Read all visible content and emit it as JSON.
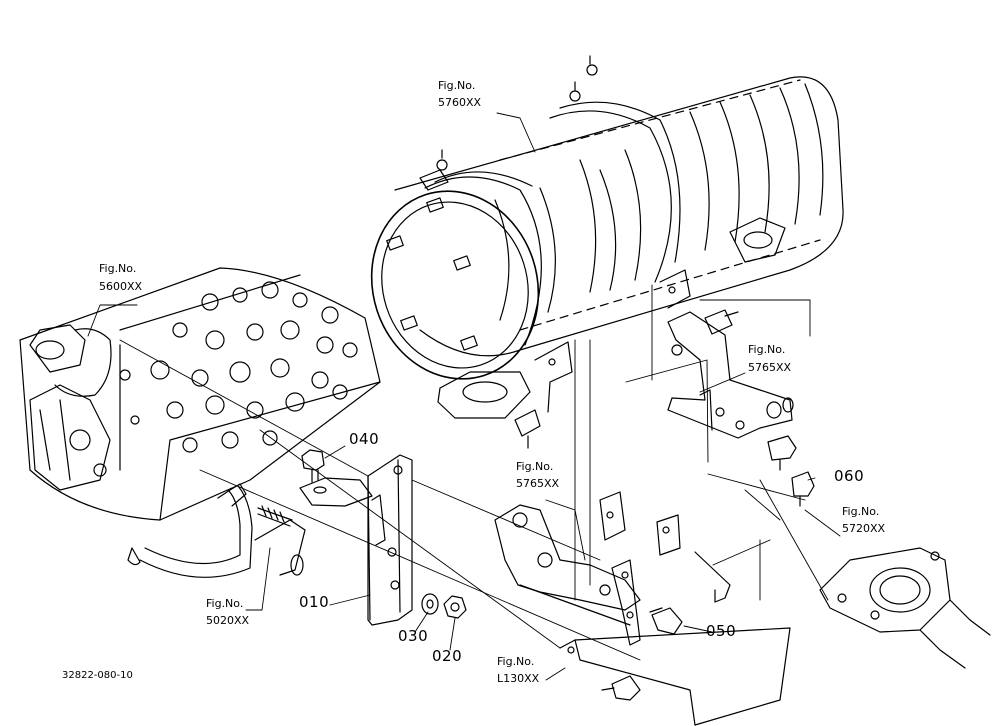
{
  "figure_refs": [
    {
      "label": "Fig.No.",
      "code": "5760XX"
    },
    {
      "label": "Fig.No.",
      "code": "5600XX"
    },
    {
      "label": "Fig.No.",
      "code": "5765XX"
    },
    {
      "label": "Fig.No.",
      "code": "5765XX"
    },
    {
      "label": "Fig.No.",
      "code": "5720XX"
    },
    {
      "label": "Fig.No.",
      "code": "5020XX"
    },
    {
      "label": "Fig.No.",
      "code": "L130XX"
    }
  ],
  "part_numbers": [
    "010",
    "020",
    "030",
    "040",
    "050",
    "060"
  ],
  "drawing_code": "32822-080-10"
}
